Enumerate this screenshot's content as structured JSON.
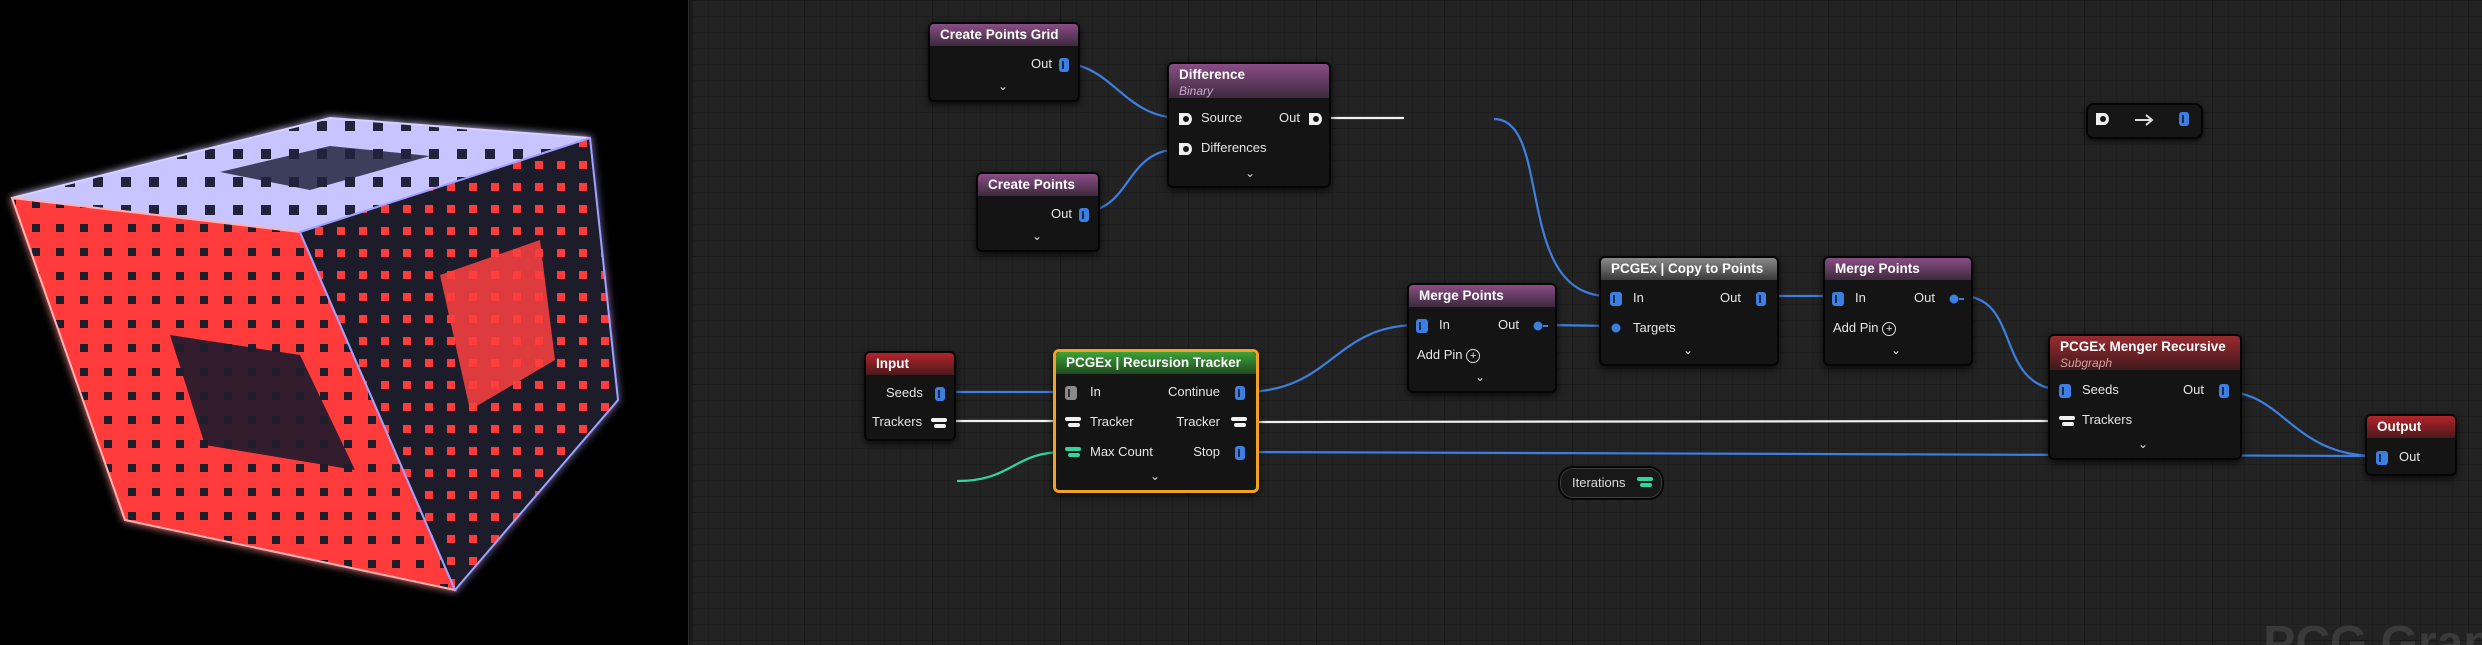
{
  "viewport": {
    "cube_color": "#ff3b3b",
    "cube_side_color": "#1c1c2b",
    "glow_color": "#b0a8ff"
  },
  "nodes": {
    "create_points_grid": {
      "title": "Create Points Grid",
      "out": "Out"
    },
    "difference": {
      "title": "Difference",
      "subtitle": "Binary",
      "source": "Source",
      "differences": "Differences",
      "out": "Out"
    },
    "create_points": {
      "title": "Create Points",
      "out": "Out"
    },
    "input": {
      "title": "Input",
      "seeds": "Seeds",
      "trackers": "Trackers"
    },
    "iterations": {
      "title": "Iterations"
    },
    "recursion_tracker": {
      "title": "PCGEx | Recursion Tracker",
      "in": "In",
      "tracker": "Tracker",
      "max_count": "Max Count",
      "continue": "Continue",
      "tracker_out": "Tracker",
      "stop": "Stop"
    },
    "merge_points_1": {
      "title": "Merge Points",
      "in": "In",
      "out": "Out",
      "add_pin": "Add Pin"
    },
    "copy_to_points": {
      "title": "PCGEx | Copy to Points",
      "in": "In",
      "targets": "Targets",
      "out": "Out"
    },
    "merge_points_2": {
      "title": "Merge Points",
      "in": "In",
      "out": "Out",
      "add_pin": "Add Pin"
    },
    "menger": {
      "title": "PCGEx Menger Recursive",
      "subtitle": "Subgraph",
      "seeds": "Seeds",
      "trackers": "Trackers",
      "out": "Out"
    },
    "output": {
      "title": "Output",
      "out": "Out"
    }
  },
  "watermark": "PCG Graph",
  "colors": {
    "point_pin": "#3d7fe0",
    "param_pin": "#ffffff",
    "int_pin": "#2fd6a0",
    "selection": "#f1a21f"
  }
}
